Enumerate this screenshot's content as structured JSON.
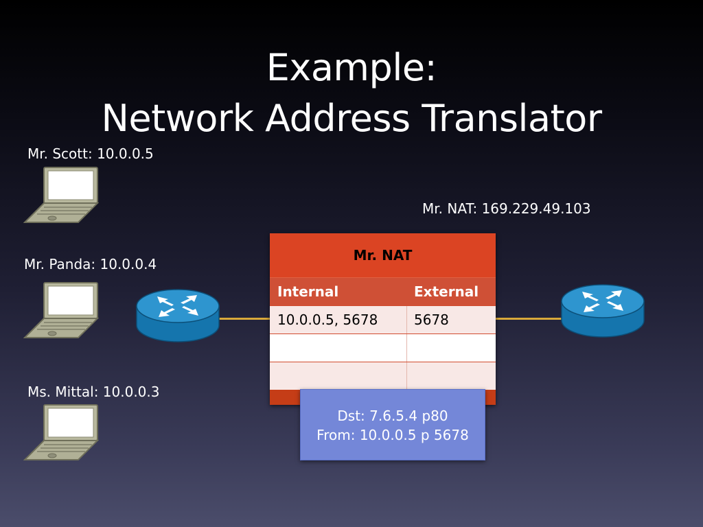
{
  "slide": {
    "title_line1": "Example:",
    "title_line2": "Network Address Translator"
  },
  "hosts": [
    {
      "label": "Mr. Scott: 10.0.0.5"
    },
    {
      "label": "Mr. Panda: 10.0.0.4"
    },
    {
      "label": "Ms. Mittal: 10.0.0.3"
    }
  ],
  "nat": {
    "public_label": "Mr. NAT: 169.229.49.103",
    "table_title": "Mr. NAT",
    "columns": [
      "Internal",
      "External"
    ],
    "rows": [
      {
        "internal": "10.0.0.5, 5678",
        "external": "5678"
      },
      {
        "internal": "",
        "external": ""
      },
      {
        "internal": "",
        "external": ""
      }
    ]
  },
  "packet": {
    "line1": "Dst: 7.6.5.4 p80",
    "line2": "From: 10.0.0.5 p 5678"
  },
  "icons": {
    "host": "laptop-icon",
    "router": "router-icon"
  },
  "colors": {
    "table_header": "#db4423",
    "table_body": "#c53d17",
    "packet_box": "#7487d8",
    "link": "#d9a93a",
    "router": "#1b82bd"
  }
}
